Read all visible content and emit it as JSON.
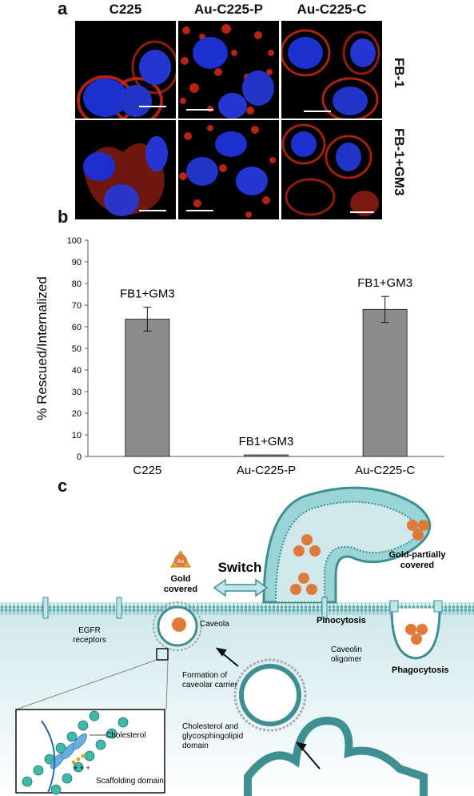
{
  "panel_a": {
    "letter": "a",
    "columns": [
      "C225",
      "Au-C225-P",
      "Au-C225-C"
    ],
    "rows": [
      "FB-1",
      "FB-1+GM3"
    ]
  },
  "panel_b": {
    "letter": "b"
  },
  "chart_data": {
    "type": "bar",
    "categories": [
      "C225",
      "Au-C225-P",
      "Au-C225-C"
    ],
    "values": [
      63.5,
      0.7,
      68
    ],
    "errors": [
      5.5,
      0,
      6
    ],
    "data_labels": [
      "FB1+GM3",
      "FB1+GM3",
      "FB1+GM3"
    ],
    "ylabel": "% Rescued/Internalized",
    "xlabel": "",
    "ylim": [
      0,
      100
    ],
    "yticks": [
      0,
      10,
      20,
      30,
      40,
      50,
      60,
      70,
      80,
      90,
      100
    ],
    "bar_color": "#8c8c8c",
    "grid": false
  },
  "panel_c": {
    "letter": "c",
    "labels": {
      "gold_covered_1": "Gold",
      "gold_covered_2": "covered",
      "switch": "Switch",
      "gold_partial_1": "Gold-partially",
      "gold_partial_2": "covered",
      "egfr_1": "EGFR",
      "egfr_2": "receptors",
      "caveola": "Caveola",
      "pinocytosis": "Pinocytosis",
      "phagocytosis": "Phagocytosis",
      "caveolin_1": "Caveolin",
      "caveolin_2": "oligomer",
      "formation_1": "Formation of",
      "formation_2": "caveolar carrier",
      "chol_domain_1": "Cholesterol and",
      "chol_domain_2": "glycosphingolipid",
      "chol_domain_3": "domain",
      "cholesterol": "Cholesterol",
      "scaffolding": "Scaffolding domain",
      "au": "Au"
    },
    "colors": {
      "membrane": "#5aaeb0",
      "cytoplasm": "#cfe8ea",
      "gold": "#e07a3a",
      "antibody": "#e8b030"
    }
  }
}
